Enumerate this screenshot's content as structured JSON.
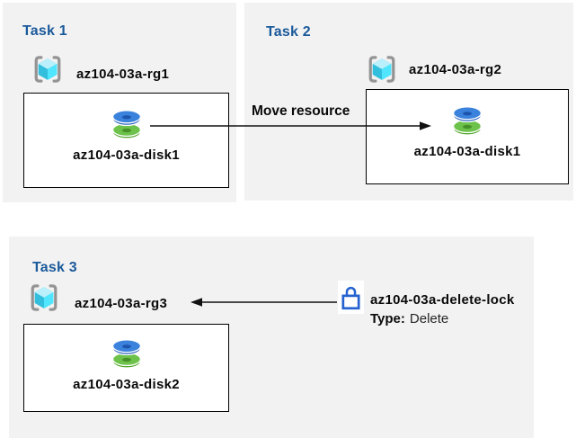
{
  "tasks": [
    {
      "title": "Task 1",
      "resource_group": "az104-03a-rg1",
      "disk": "az104-03a-disk1"
    },
    {
      "title": "Task 2",
      "resource_group": "az104-03a-rg2",
      "disk": "az104-03a-disk1"
    },
    {
      "title": "Task 3",
      "resource_group": "az104-03a-rg3",
      "disk": "az104-03a-disk2"
    }
  ],
  "arrows": {
    "move_label": "Move resource",
    "move_direction": "right",
    "lock_direction": "left"
  },
  "lock": {
    "name": "az104-03a-delete-lock",
    "type_label": "Type:",
    "type_value": "Delete"
  },
  "icons": {
    "resource_group": "resource-group-icon",
    "disk": "disk-icon",
    "lock": "lock-icon"
  },
  "colors": {
    "panel_bg": "#f2f2f2",
    "task_title": "#1b5a9b",
    "text": "#0a0a0a",
    "box_border": "#000000",
    "arrow": "#111111",
    "lock_blue": "#2563d0",
    "disk_blue_top": "#3b82dc",
    "disk_blue_side": "#2a63bf",
    "disk_green_top": "#6cc24a",
    "disk_green_side": "#55a82f",
    "rg_cube_light": "#b9f0fb",
    "rg_cube_mid": "#50e6ff",
    "rg_cube_dark": "#32bedd",
    "rg_brackets": "#949494"
  }
}
